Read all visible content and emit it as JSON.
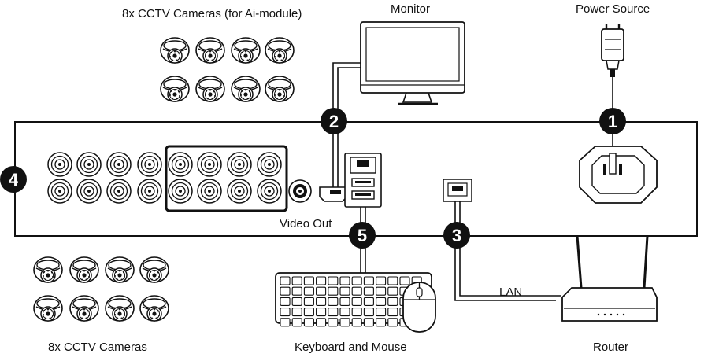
{
  "labels": {
    "top_cameras": "8x CCTV Cameras (for Ai-module)",
    "monitor": "Monitor",
    "power": "Power Source",
    "video_out": "Video Out",
    "bottom_cameras": "8x CCTV Cameras",
    "keyboard_mouse": "Keyboard and Mouse",
    "router": "Router",
    "lan": "LAN"
  },
  "badges": {
    "b1": "1",
    "b2": "2",
    "b3": "3",
    "b4": "4",
    "b5": "5"
  },
  "colors": {
    "stroke": "#111111",
    "badge": "#111111",
    "fill": "#ffffff"
  }
}
